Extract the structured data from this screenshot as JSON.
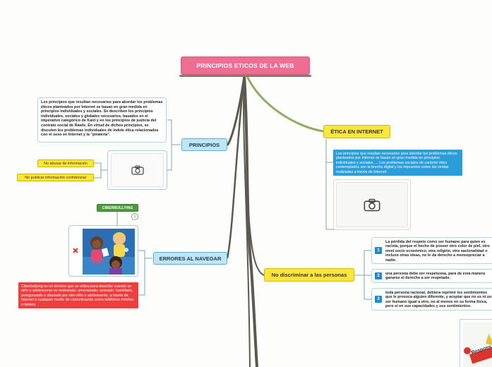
{
  "root": {
    "title": "PRINCIPIOS ETICOS DE LA WEB"
  },
  "principios": {
    "label": "PRINCIPIOS",
    "note": "Los principios que resultan necesarios para abordar los problemas éticos planteados por Internet se basan en gran medida en principios individuales y sociales. Se describen los principios individuales, sociales y globales necesarios, basados en el imperativo categórico de Kant y en los principios de justicia del contrato social de Rawls. En virtud de dichos principios, se discuten los problemas individuales de índole ética relacionados con el sexo en Internet y la \"piratería\".",
    "items": [
      "No abusar de información",
      "No publicar información confidencial"
    ]
  },
  "etica": {
    "label": "ÉTICA EN INTERNET",
    "note": "Los principios que resultan necesarios para abordar los problemas éticos planteados por Internet se basan en gran medida en principios individuales y sociales. ... Los problemas sociales de carácter ético contemplados son la brecha digital y los impuestos sobre las ventas realizadas a través de Internet."
  },
  "errores": {
    "label": "ERRORES AL NAVEGAR",
    "tag": "CIBERBULLYING",
    "tag_count": "1",
    "note": "Ciberbullying es un término que se utiliza para describir cuando un niño o adolescente es molestado, amenazado, acosado, humillado, avergonzado o abusado por otro niño o adolescente, a través de Internet o cualquier medio de comunicación como teléfonos móviles o tablets."
  },
  "discriminar": {
    "label": "No discriminar a las personas",
    "items": [
      {
        "num": "1",
        "text": "La pérdida del respeto como ser humano para quien es racista, porque el hecho de poseer otro color de piel, otro nivel socio económico, otra religión, otra nacionalidad o incluso otras ideas, no le da derecho a menospreciar a nadie."
      },
      {
        "num": "2",
        "text": "una persona debe ser respetuosa, para de esta manera ganarse el derecho a ser respetado."
      },
      {
        "num": "3",
        "text": "toda persona racional, debiera reprimir los sentimientos que le provoca alguien diferente, y aceptar que no es ni un ser humano igual a otro, no al menos en su forma física, pero sí en sus capacidades y sus sentimientos."
      }
    ]
  },
  "partial_image": {
    "text": "Respons"
  },
  "colors": {
    "root": "#ee6e93",
    "blue_topic": "#bfe6f7",
    "yellow_topic": "#ffe63a",
    "branch": "#5a5a4e",
    "green_branch": "#8fae5e"
  }
}
